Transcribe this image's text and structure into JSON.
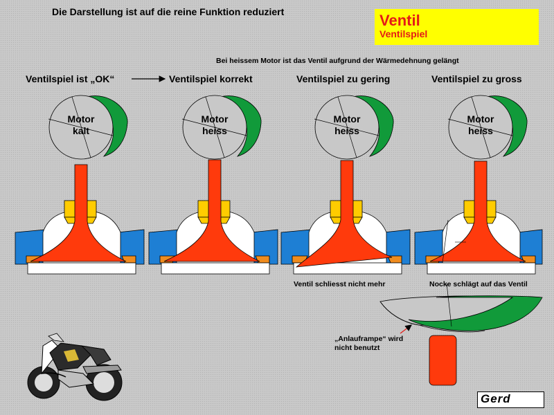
{
  "page_title": "Die Darstellung ist auf die reine Funktion reduziert",
  "title_box": {
    "title": "Ventil",
    "subtitle": "Ventilspiel"
  },
  "note_top": "Bei heissem Motor ist das Ventil  aufgrund der Wärmedehnung gelängt",
  "columns": [
    {
      "heading": "Ventilspiel ist „OK“",
      "cam_line1": "Motor",
      "cam_line2": "kalt"
    },
    {
      "heading": "Ventilspiel  korrekt",
      "cam_line1": "Motor",
      "cam_line2": "heiss"
    },
    {
      "heading": "Ventilspiel zu gering",
      "cam_line1": "Motor",
      "cam_line2": "heiss"
    },
    {
      "heading": "Ventilspiel zu gross",
      "cam_line1": "Motor",
      "cam_line2": "heiss"
    }
  ],
  "label_no_close": "Ventil schliesst nicht mehr",
  "label_cam_hits": "Nocke schlägt auf das Ventil",
  "ramp_label": {
    "line1": "„Anlauframpe“ wird",
    "line2": "nicht benutzt"
  },
  "logo_text": "Gerd",
  "colors": {
    "cam_base": "#c8c8c8",
    "cam_lobe": "#119a3a",
    "valve": "#ff3a0c",
    "guide": "#ffcc00",
    "head": "#1e7fd4",
    "seat": "#f08c1e",
    "title_bg": "#ffff00",
    "title_text": "#e41b17"
  }
}
